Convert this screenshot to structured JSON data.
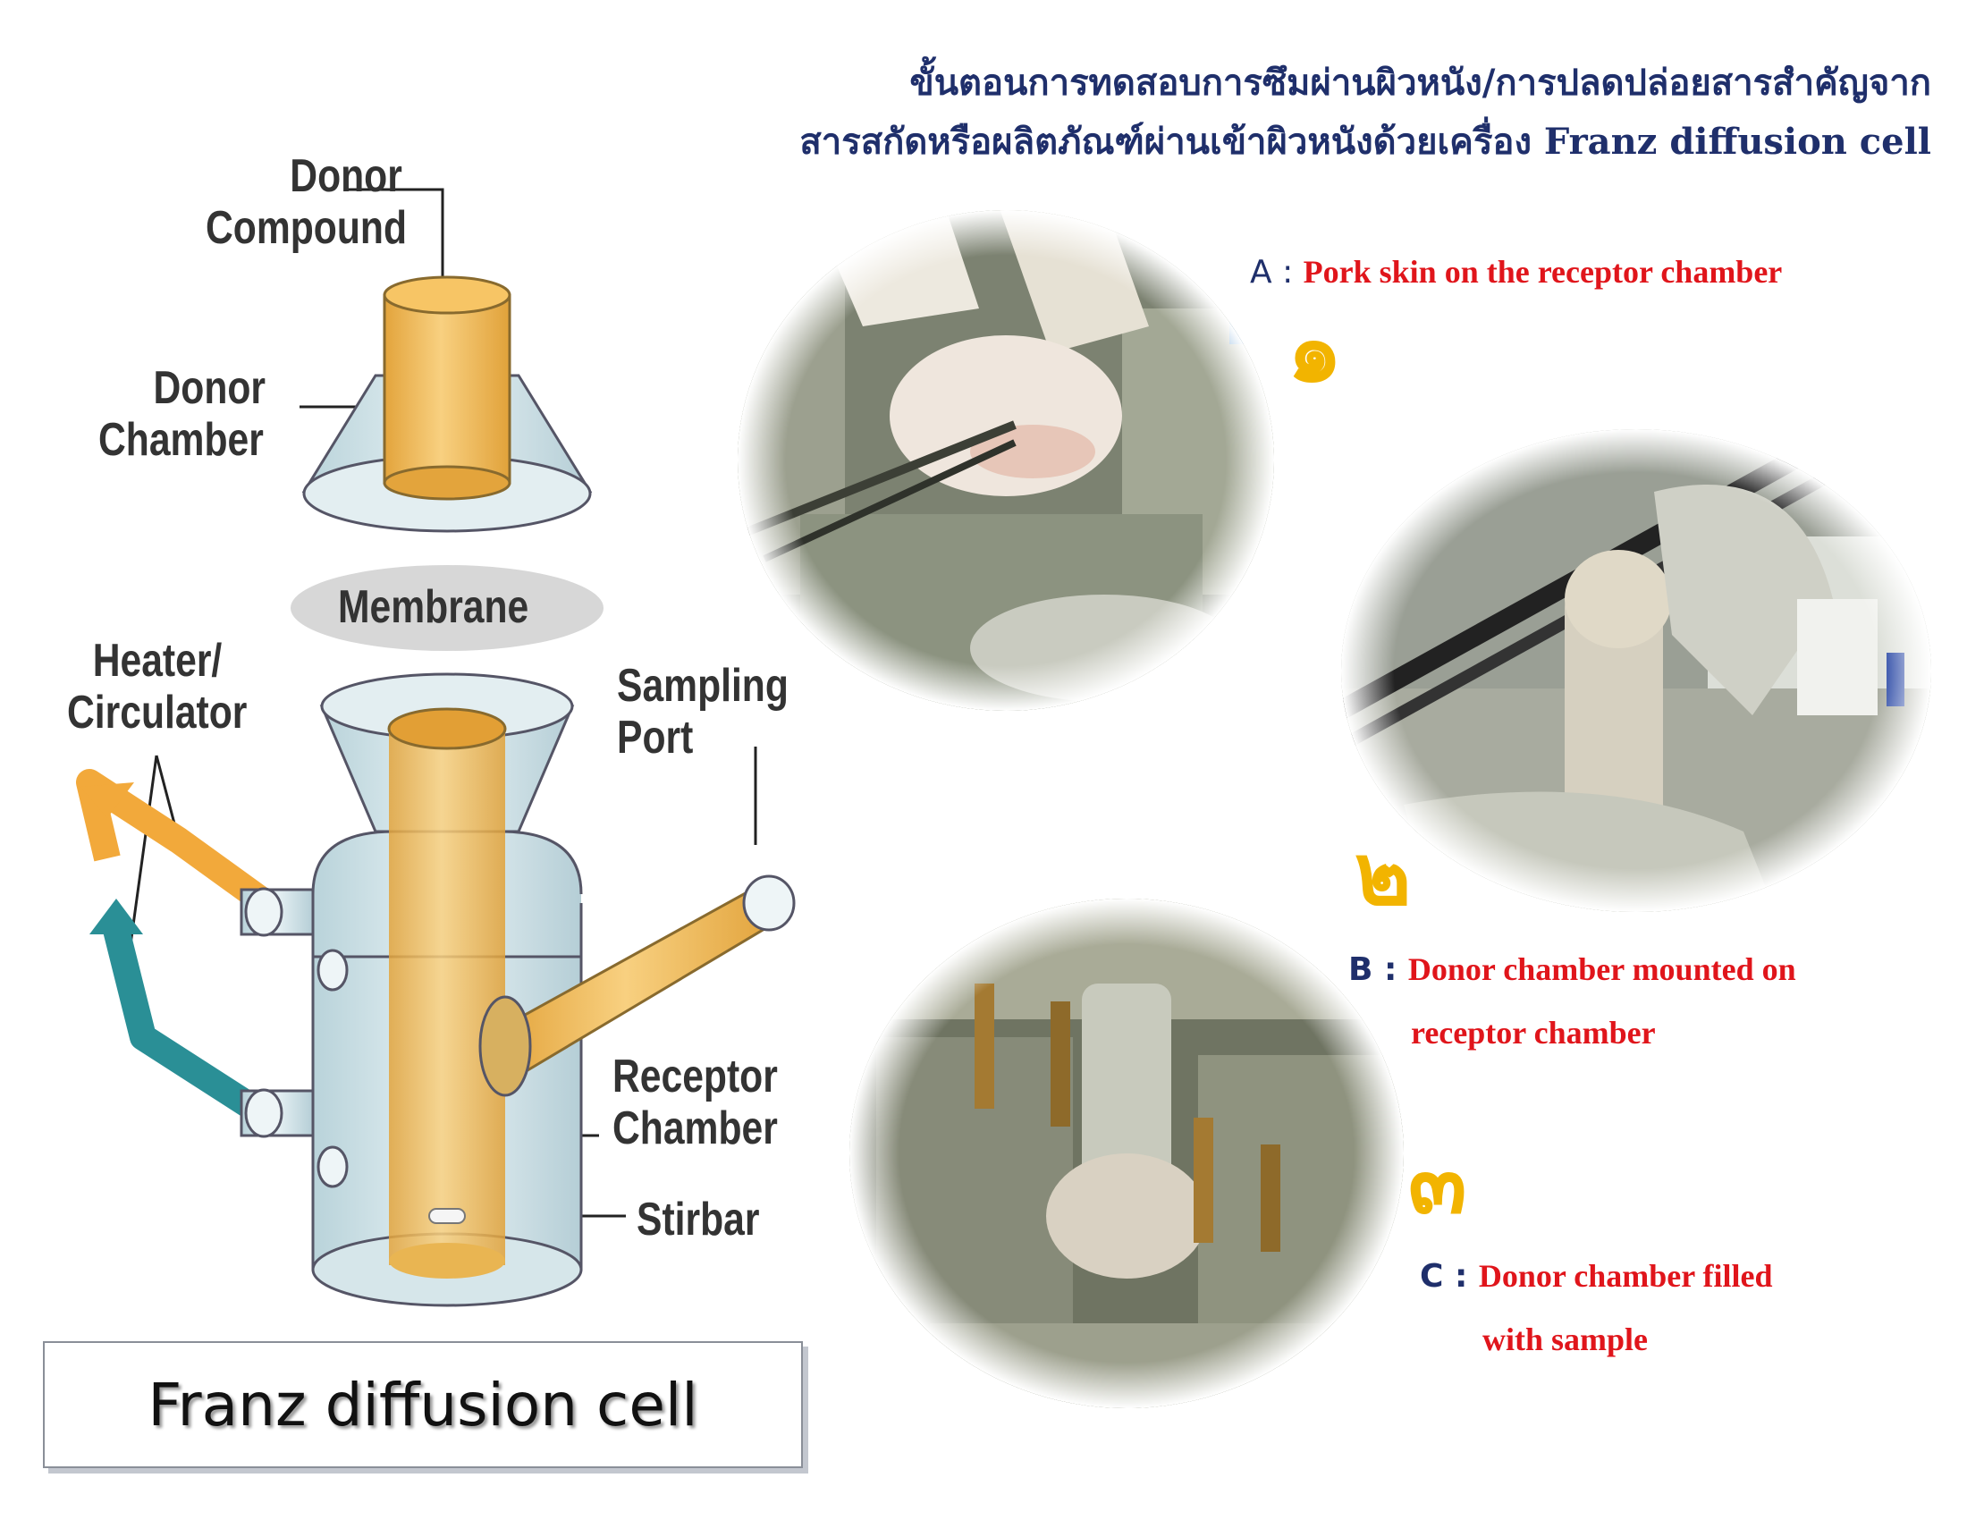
{
  "title": {
    "line1": "ขั้นตอนการทดสอบการซึมผ่านผิวหนัง/การปลดปล่อยสารสำคัญจาก",
    "line2_thai": "สารสกัดหรือผลิตภัณฑ์ผ่านเข้าผิวหนังด้วยเครื่อง ",
    "line2_en": "Franz diffusion cell",
    "color": "#1f2f6b"
  },
  "diagram": {
    "labels": {
      "donor_compound_1": "Donor",
      "donor_compound_2": "Compound",
      "donor_chamber_1": "Donor",
      "donor_chamber_2": "Chamber",
      "membrane": "Membrane",
      "heater_1": "Heater/",
      "heater_2": "Circulator",
      "sampling_1": "Sampling",
      "sampling_2": "Port",
      "receptor_1": "Receptor",
      "receptor_2": "Chamber",
      "stirbar": "Stirbar"
    },
    "colors": {
      "amber": "#f0b548",
      "glass": "#c8dde3",
      "heater_in": "#f2a93b",
      "heater_out": "#2a8f96"
    },
    "caption_box": "Franz diffusion cell"
  },
  "steps": [
    {
      "key": "A : ",
      "text": "Pork skin on the receptor chamber",
      "thai_numeral": "๑"
    },
    {
      "key": "B : ",
      "text_1": "Donor chamber mounted on",
      "text_2": "receptor chamber",
      "thai_numeral": "๒"
    },
    {
      "key": "C : ",
      "text_1": "Donor chamber filled",
      "text_2": "with sample",
      "thai_numeral": "๓"
    }
  ],
  "colors": {
    "caption_red": "#e0151b",
    "accent_yellow": "#f2b400"
  }
}
